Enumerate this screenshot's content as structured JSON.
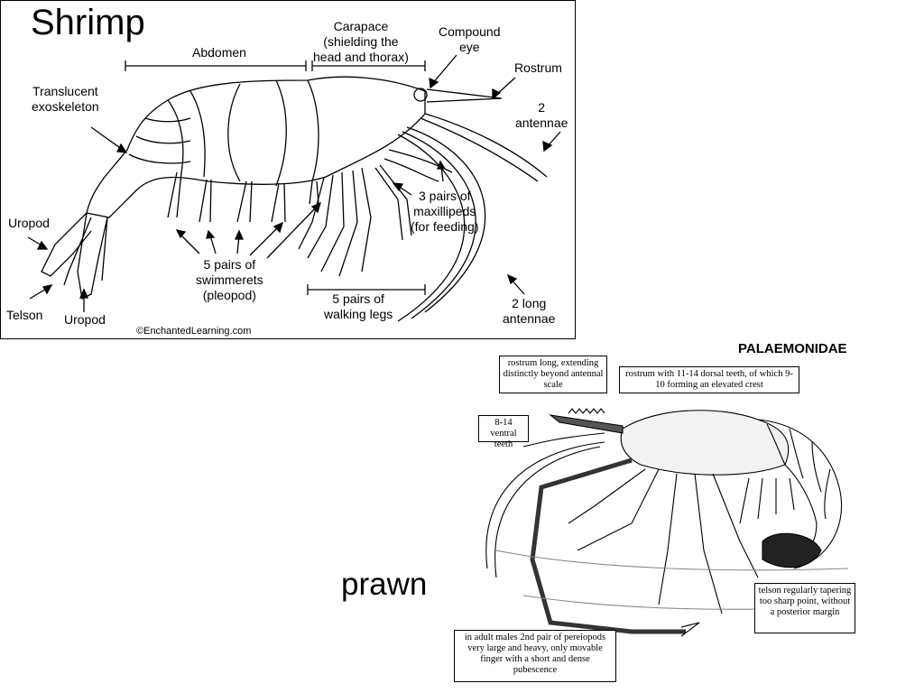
{
  "shrimp_diagram": {
    "title": "Shrimp",
    "credit": "©EnchantedLearning.com",
    "labels": {
      "abdomen": "Abdomen",
      "carapace": "Carapace\n(shielding the\nhead and thorax)",
      "compound_eye": "Compound\neye",
      "rostrum": "Rostrum",
      "two_antennae": "2\nantennae",
      "translucent_exoskeleton": "Translucent\nexoskeleton",
      "uropod_top": "Uropod",
      "telson": "Telson",
      "uropod_bottom": "Uropod",
      "swimmerets": "5 pairs of\nswimmerets\n(pleopod)",
      "maxillipeds": "3 pairs of\nmaxillipeds\n(for feeding)",
      "walking_legs": "5 pairs of\nwalking legs",
      "long_antennae": "2  long\nantennae"
    }
  },
  "prawn_diagram": {
    "word": "prawn",
    "family": "PALAEMONIDAE",
    "notes": {
      "rostrum_long": "rostrum long, extending distinctly beyond antennal scale",
      "rostrum_teeth": "rostrum with 11-14 dorsal teeth, of which 9-10 forming an elevated crest",
      "ventral_teeth": "8-14 ventral teeth",
      "telson": "telson regularly tapering too sharp point, without a posterior margin",
      "males": "in adult males 2nd pair of pereiopods very large and heavy, only movable finger with a short and dense pubescence"
    }
  }
}
